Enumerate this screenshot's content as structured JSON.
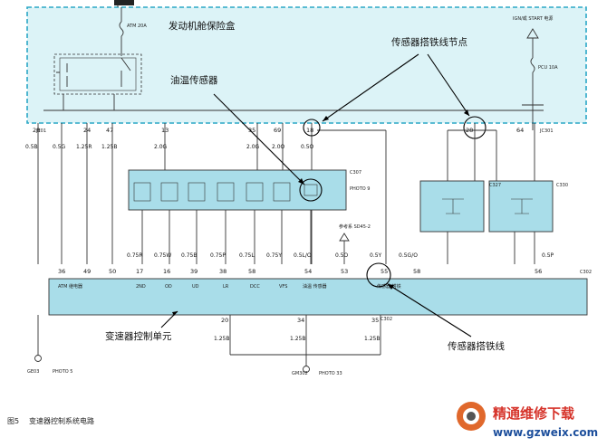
{
  "labels": {
    "fuse_box": "发动机舱保险盒",
    "oil_temp_sensor": "油温传感器",
    "sensor_ground_node": "传感器搭铁线节点",
    "tcu": "变速器控制单元",
    "sensor_ground_wire": "传感器搭铁线"
  },
  "caption": {
    "fig_num": "图5",
    "text": "变速器控制系统电路"
  },
  "watermark": {
    "title": "精通维修下载",
    "url": "www.gzweix.com"
  },
  "fuse_box": {
    "fuse_atm": "ATM 20A",
    "fuse_pcu": "PCU 10A",
    "ignition_note": "IGN/或 START 电源"
  },
  "fuse_box_pins": [
    "28",
    "24",
    "47",
    "13",
    "35",
    "69",
    "18",
    "28",
    "64"
  ],
  "fuse_box_wire_codes": [
    "0.5B",
    "0.5G",
    "1.25R",
    "1.25B",
    "2.0G",
    "2.0G",
    "2.0O",
    "0.5O"
  ],
  "connectors": {
    "je01": "JE01",
    "jc301": "JC301",
    "c327": "C327",
    "c330": "C330",
    "c302": "C302",
    "c307": "C307",
    "ge03": "GE03",
    "gm302": "GM302"
  },
  "photo_refs": {
    "photo9": "PHOTO 9",
    "photo5": "PHOTO 5",
    "photo33": "PHOTO 33"
  },
  "tcu_pins": [
    "36",
    "49",
    "50",
    "17",
    "16",
    "39",
    "38",
    "58",
    "54",
    "53",
    "55",
    "58",
    "56"
  ],
  "tcu_bottom_pins": [
    "20",
    "34",
    "35"
  ],
  "tcu_bottom_wires": [
    "1.25B",
    "1.25B",
    "1.25B"
  ],
  "solenoid_wire_codes": [
    "0.75R",
    "0.75W",
    "0.75B",
    "0.75P",
    "0.75L",
    "0.75Y",
    "0.5L/O",
    "0.5O",
    "0.5Y",
    "0.5G/O",
    "0.5P"
  ],
  "tcu_signal_names": [
    "ATM 继电器",
    "2ND",
    "OD",
    "UD",
    "LR",
    "DCC",
    "VFS",
    "油温 传感器",
    "传感器 搭铁"
  ]
}
